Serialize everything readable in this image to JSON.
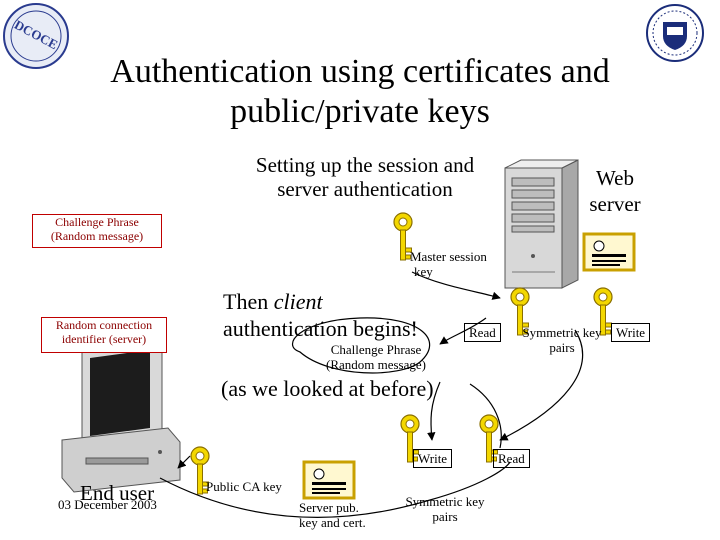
{
  "slide": {
    "title_line1": "Authentication using certificates and",
    "title_line2": "public/private keys",
    "subtitle_line1": "Setting up the session and",
    "subtitle_line2": "server authentication",
    "date": "03 December 2003",
    "logo_text": "DCOCE"
  },
  "labels": {
    "web_server_line1": "Web",
    "web_server_line2": "server",
    "challenge_box_line1": "Challenge Phrase",
    "challenge_box_line2": "(Random message)",
    "random_box_line1": "Random connection",
    "random_box_line2": "identifier (server)",
    "master_key_line1": "Master session",
    "master_key_line2": "key",
    "then_client_prefix": "Then ",
    "then_client_italic": "client",
    "auth_begins": "authentication begins!",
    "mid_challenge_line1": "Challenge Phrase",
    "mid_challenge_line2": "(Random message)",
    "as_before": "(as we looked at before)",
    "read_1": "Read",
    "symmetric_pairs_line1": "Symmetric key",
    "symmetric_pairs_line2": "pairs",
    "write_1": "Write",
    "write_2": "Write",
    "read_2": "Read",
    "end_user": "End user",
    "public_ca_key": "Public CA key",
    "server_pub_line1": "Server pub.",
    "server_pub_line2": "key and cert.",
    "symmetric_bottom_line1": "Symmetric key",
    "symmetric_bottom_line2": "pairs"
  },
  "colors": {
    "key_gold": "#e6c200",
    "arrow": "#000000",
    "box_border": "#c00000",
    "box_text": "#8b0000"
  }
}
